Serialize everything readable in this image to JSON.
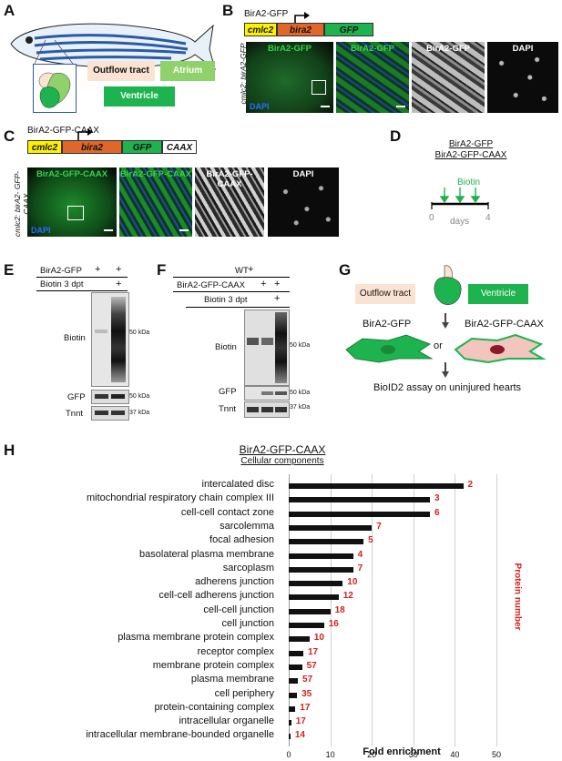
{
  "panels": {
    "A": "A",
    "B": "B",
    "C": "C",
    "D": "D",
    "E": "E",
    "F": "F",
    "G": "G",
    "H": "H"
  },
  "panelA": {
    "outflow_tract": "Outflow tract",
    "atrium": "Atrium",
    "ventricle": "Ventricle",
    "colors": {
      "outflow": "#fbe3d3",
      "atrium": "#8fd16b",
      "ventricle": "#1db34e"
    }
  },
  "panelB": {
    "construct_title": "BirA2-GFP",
    "promoter": "cmlc2",
    "gene": "bira2",
    "reporter": "GFP",
    "side_label": "cmlc2: birA2-GFP",
    "images": [
      "BirA2-GFP",
      "BirA2-GFP",
      "BirA2-GFP",
      "DAPI"
    ],
    "dapi_label": "DAPI"
  },
  "panelC": {
    "construct_title": "BirA2-GFP-CAAX",
    "promoter": "cmlc2",
    "gene": "bira2",
    "reporter": "GFP",
    "tag": "CAAX",
    "side_label": "cmlc2: birA2- GFP-CAAX",
    "images": [
      "BirA2-GFP-CAAX",
      "BirA2-GFP-CAAX",
      "BirA2-GFP-CAAX",
      "DAPI"
    ],
    "dapi_label": "DAPI"
  },
  "panelD": {
    "line1": "BirA2-GFP",
    "line2": "BirA2-GFP-CAAX",
    "biotin": "Biotin",
    "tick0": "0",
    "tick4": "4",
    "days": "days"
  },
  "panelE": {
    "row1": "BirA2-GFP",
    "row2": "Biotin 3 dpt",
    "row1_marks": [
      "+",
      "+"
    ],
    "row2_marks": [
      "+"
    ],
    "blots": [
      "Biotin",
      "GFP",
      "Tnnt"
    ],
    "kda": [
      "50 kDa",
      "50 kDa",
      "37 kDa"
    ]
  },
  "panelF": {
    "row1": "WT",
    "row2": "BirA2-GFP-CAAX",
    "row3": "Biotin 3 dpt",
    "row1_marks": [
      "+"
    ],
    "row2_marks": [
      "+",
      "+"
    ],
    "row3_marks": [
      "+"
    ],
    "blots": [
      "Biotin",
      "GFP",
      "Tnnt"
    ],
    "kda": [
      "50 kDa",
      "50 kDa",
      "37 kDa"
    ]
  },
  "panelG": {
    "outflow_tract": "Outflow tract",
    "ventricle": "Ventricle",
    "left_label": "BirA2-GFP",
    "or": "or",
    "right_label": "BirA2-GFP-CAAX",
    "assay": "BioID2 assay on uninjured hearts"
  },
  "chart_data": {
    "type": "bar",
    "orientation": "horizontal",
    "title": "BirA2-GFP-CAAX",
    "subtitle": "Cellular components",
    "xlabel": "Fold enrichment",
    "right_label": "Protein number",
    "xlim": [
      0,
      50
    ],
    "xticks": [
      "0",
      "10",
      "20",
      "30",
      "40",
      "50"
    ],
    "categories": [
      "intercalated disc",
      "mitochondrial respiratory chain complex III",
      "cell-cell contact zone",
      "sarcolemma",
      "focal adhesion",
      "basolateral plasma membrane",
      "sarcoplasm",
      "adherens junction",
      "cell-cell adherens junction",
      "cell-cell junction",
      "cell junction",
      "plasma membrane protein complex",
      "receptor complex",
      "membrane protein complex",
      "plasma membrane",
      "cell periphery",
      "protein-containing complex",
      "intracellular organelle",
      "intracellular membrane-bounded organelle"
    ],
    "values": [
      42,
      34,
      34,
      20,
      18,
      15.5,
      15.5,
      13,
      12,
      10,
      8.5,
      5,
      3.5,
      3.2,
      2.2,
      2,
      1.6,
      0.6,
      0.4
    ],
    "protein_numbers": [
      "2",
      "3",
      "6",
      "7",
      "5",
      "4",
      "7",
      "10",
      "12",
      "18",
      "16",
      "10",
      "17",
      "57",
      "57",
      "35",
      "17",
      "17",
      "14"
    ],
    "bar_color": "#111111",
    "number_color": "#d42020"
  }
}
